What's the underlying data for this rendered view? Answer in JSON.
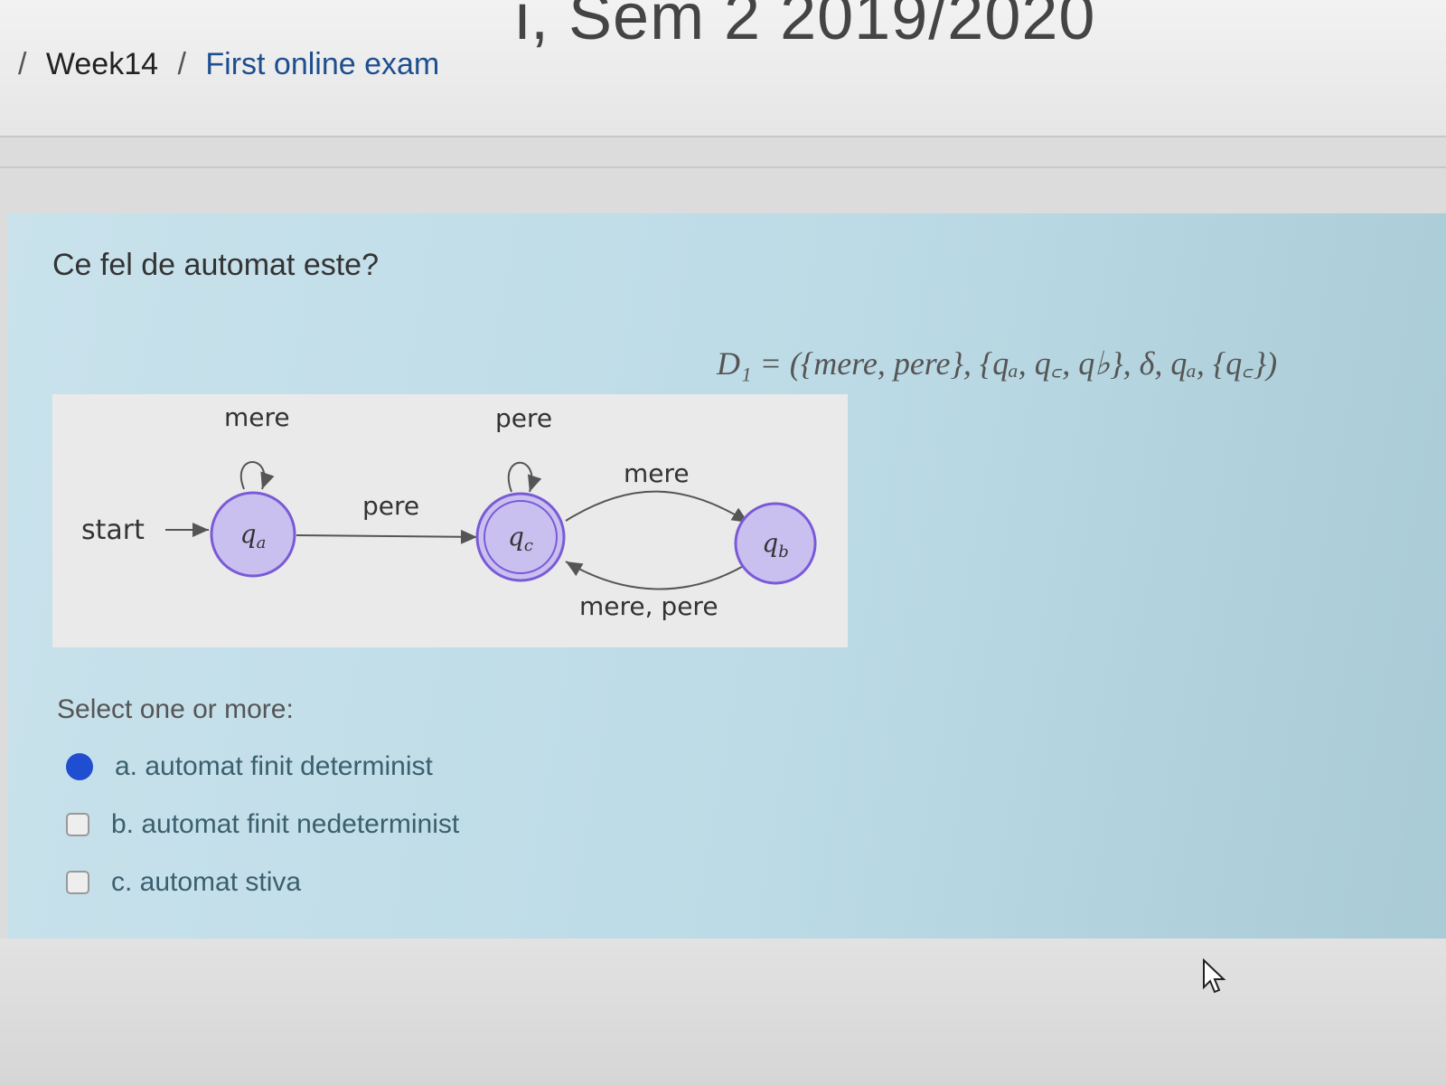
{
  "header": {
    "course_title": "i, Sem 2 2019/2020",
    "breadcrumb": [
      {
        "label": "Week14"
      },
      {
        "label": "First online exam"
      }
    ]
  },
  "question": {
    "text": "Ce fel de automat este?",
    "formula": "D₁ = ({mere, pere}, {qₐ, q꜀, q♭}, δ, qₐ, {q꜀})",
    "diagram": {
      "start_label": "start",
      "states": [
        {
          "name": "qa",
          "label": "qa",
          "accepting": false
        },
        {
          "name": "qc",
          "label": "qc",
          "accepting": true
        },
        {
          "name": "qb",
          "label": "qb",
          "accepting": false
        }
      ],
      "transitions": [
        {
          "from": "qa",
          "to": "qa",
          "label": "mere"
        },
        {
          "from": "qa",
          "to": "qc",
          "label": "pere"
        },
        {
          "from": "qc",
          "to": "qc",
          "label": "pere"
        },
        {
          "from": "qc",
          "to": "qb",
          "label": "mere"
        },
        {
          "from": "qb",
          "to": "qc",
          "label": "mere, pere"
        }
      ]
    },
    "select_prompt": "Select one or more:",
    "options": [
      {
        "label": "a. automat finit determinist",
        "checked": true
      },
      {
        "label": "b. automat finit nedeterminist",
        "checked": false
      },
      {
        "label": "c. automat stiva",
        "checked": false
      }
    ]
  },
  "colors": {
    "state_fill": "#c9c0f0",
    "state_stroke": "#7a5ad6",
    "checked_accent": "#1f4fd0"
  }
}
